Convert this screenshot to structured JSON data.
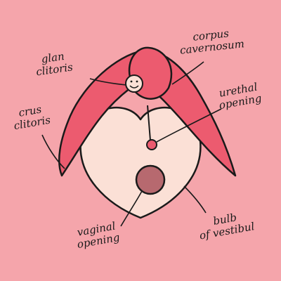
{
  "labels": {
    "glan_clitoris": [
      "glan",
      "clitoris"
    ],
    "corpus_cavernosum": [
      "corpus",
      "cavernosum"
    ],
    "crus_clitoris": [
      "crus",
      "clitoris"
    ],
    "urethral_opening": [
      "urethal",
      "opening"
    ],
    "vaginal_opening": [
      "vaginal",
      "opening"
    ],
    "bulb_of_vestibul": [
      "bulb",
      "of vestibul"
    ]
  },
  "colors": {
    "background": "#f5a5ab",
    "crura": "#ec5b6f",
    "bulb": "#fbe0d6",
    "vaginal_opening": "#b7696f",
    "outline": "#1a1a1a"
  }
}
